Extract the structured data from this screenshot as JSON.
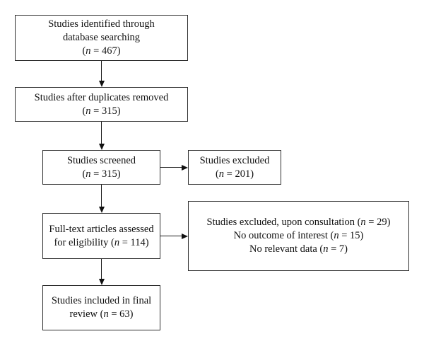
{
  "figure": {
    "type": "study-selection-flow-diagram",
    "colors": {
      "background": "#ffffff",
      "box_border": "#2e2e2e",
      "text": "#111111",
      "arrow": "#111111"
    },
    "counts": {
      "identified": 467,
      "after_duplicates_removed": 315,
      "screened": 315,
      "excluded_at_screening": 201,
      "fulltext_assessed": 114,
      "excluded_upon_consultation": 29,
      "no_outcome_of_interest": 15,
      "no_relevant_data": 7,
      "included_in_final_review": 63
    },
    "boxes": {
      "identified": {
        "lines": [
          {
            "text": "Studies identified through"
          },
          {
            "text": "database searching"
          },
          {
            "pre": "(",
            "nvar": "n",
            "post": " = 467)"
          }
        ]
      },
      "duplicates_removed": {
        "lines": [
          {
            "text": "Studies after duplicates removed"
          },
          {
            "pre": "(",
            "nvar": "n",
            "post": " = 315)"
          }
        ]
      },
      "screened": {
        "lines": [
          {
            "text": "Studies screened"
          },
          {
            "pre": "(",
            "nvar": "n",
            "post": " = 315)"
          }
        ]
      },
      "excluded_screening": {
        "lines": [
          {
            "text": "Studies excluded"
          },
          {
            "pre": "(",
            "nvar": "n",
            "post": " = 201)"
          }
        ]
      },
      "fulltext_assessed": {
        "lines": [
          {
            "text": "Full-text articles assessed"
          },
          {
            "pre": "for eligibility (",
            "nvar": "n",
            "post": " = 114)"
          }
        ]
      },
      "excluded_fulltext": {
        "lines": [
          {
            "pre": "Studies excluded, upon consultation (",
            "nvar": "n",
            "post": " = 29)"
          },
          {
            "pre": "No outcome of interest (",
            "nvar": "n",
            "post": " = 15)"
          },
          {
            "pre": "No relevant data (",
            "nvar": "n",
            "post": " = 7)"
          }
        ]
      },
      "included": {
        "lines": [
          {
            "text": "Studies included in final"
          },
          {
            "pre": "review (",
            "nvar": "n",
            "post": " = 63)"
          }
        ]
      }
    }
  }
}
